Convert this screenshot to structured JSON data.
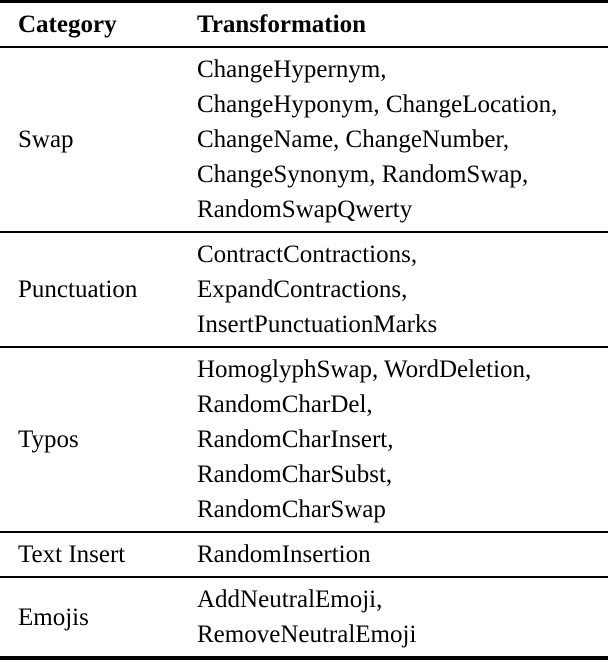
{
  "page": {
    "background_color": "#ffffff",
    "text_color": "#000000",
    "rule_color": "#000000"
  },
  "table": {
    "headers": [
      "Category",
      "Transformation"
    ],
    "rows": [
      {
        "category": "Swap",
        "transformations": [
          "ChangeHypernym,",
          "ChangeHyponym, ChangeLocation,",
          "ChangeName, ChangeNumber,",
          "ChangeSynonym, RandomSwap,",
          "RandomSwapQwerty"
        ]
      },
      {
        "category": "Punctuation",
        "transformations": [
          "ContractContractions,",
          "ExpandContractions,",
          "InsertPunctuationMarks"
        ]
      },
      {
        "category": "Typos",
        "transformations": [
          "HomoglyphSwap, WordDeletion,",
          "RandomCharDel,",
          "RandomCharInsert,",
          "RandomCharSubst,",
          "RandomCharSwap"
        ]
      },
      {
        "category": "Text Insert",
        "transformations": [
          "RandomInsertion"
        ]
      },
      {
        "category": "Emojis",
        "transformations": [
          "AddNeutralEmoji,",
          "RemoveNeutralEmoji"
        ]
      }
    ]
  }
}
